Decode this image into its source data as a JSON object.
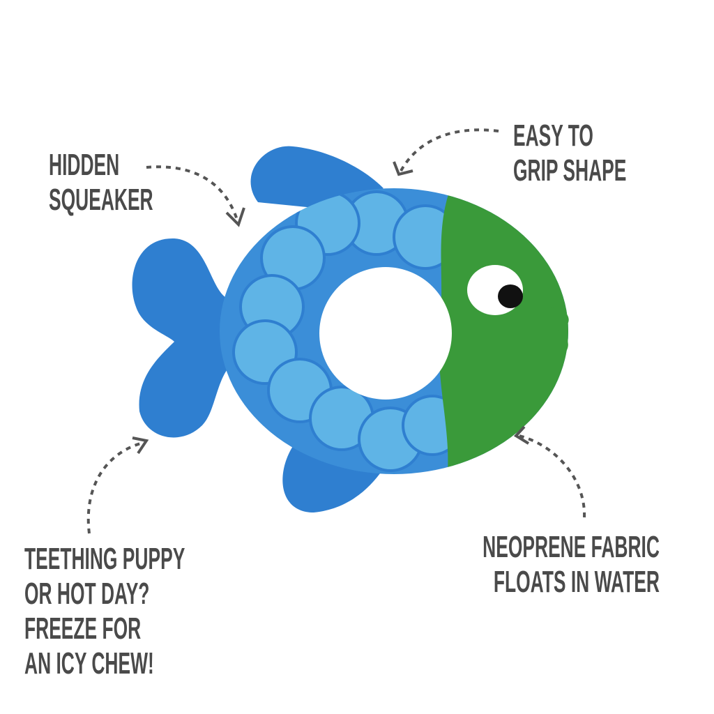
{
  "callouts": {
    "hidden_squeaker": [
      "HIDDEN",
      "SQUEAKER"
    ],
    "easy_grip": [
      "EASY TO",
      "GRIP SHAPE"
    ],
    "freeze": [
      "TEETHING PUPPY",
      "OR HOT DAY?",
      "FREEZE FOR",
      "AN ICY CHEW!"
    ],
    "neoprene": [
      "NEOPRENE FABRIC",
      "FLOATS IN WATER"
    ]
  },
  "colors": {
    "text": "#4a4a4a",
    "fish_blue": "#2f7fd0",
    "fish_light_blue": "#4aa8e0",
    "fish_green": "#3a9a3a",
    "arrow": "#555555"
  }
}
